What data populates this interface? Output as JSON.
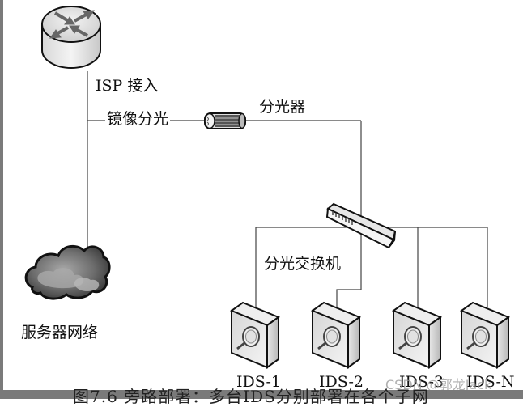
{
  "diagram": {
    "nodes": {
      "router": {
        "label": "ISP 接入",
        "icon": "router-icon"
      },
      "mirror": {
        "label": "镜像分光"
      },
      "splitter": {
        "label": "分光器",
        "icon": "optical-splitter-icon"
      },
      "server_network": {
        "label": "服务器网络",
        "icon": "cloud-icon"
      },
      "switch": {
        "label": "分光交换机",
        "icon": "switch-icon"
      },
      "ids": [
        {
          "label": "IDS-1",
          "icon": "ids-appliance-icon"
        },
        {
          "label": "IDS-2",
          "icon": "ids-appliance-icon"
        },
        {
          "label": "IDS-3",
          "icon": "ids-appliance-icon"
        },
        {
          "label": "IDS-N",
          "icon": "ids-appliance-icon"
        }
      ]
    },
    "edges": [
      {
        "from": "router",
        "to": "server_network"
      },
      {
        "from": "router",
        "to": "splitter",
        "label": "镜像分光"
      },
      {
        "from": "splitter",
        "to": "switch"
      },
      {
        "from": "switch",
        "to": "IDS-1"
      },
      {
        "from": "switch",
        "to": "IDS-2"
      },
      {
        "from": "switch",
        "to": "IDS-3"
      },
      {
        "from": "switch",
        "to": "IDS-N"
      }
    ]
  },
  "watermark": "CSDN @郭龙Jack",
  "caption_cutoff": "图7.6 旁路部署：多台IDS分别部署在各个子网"
}
